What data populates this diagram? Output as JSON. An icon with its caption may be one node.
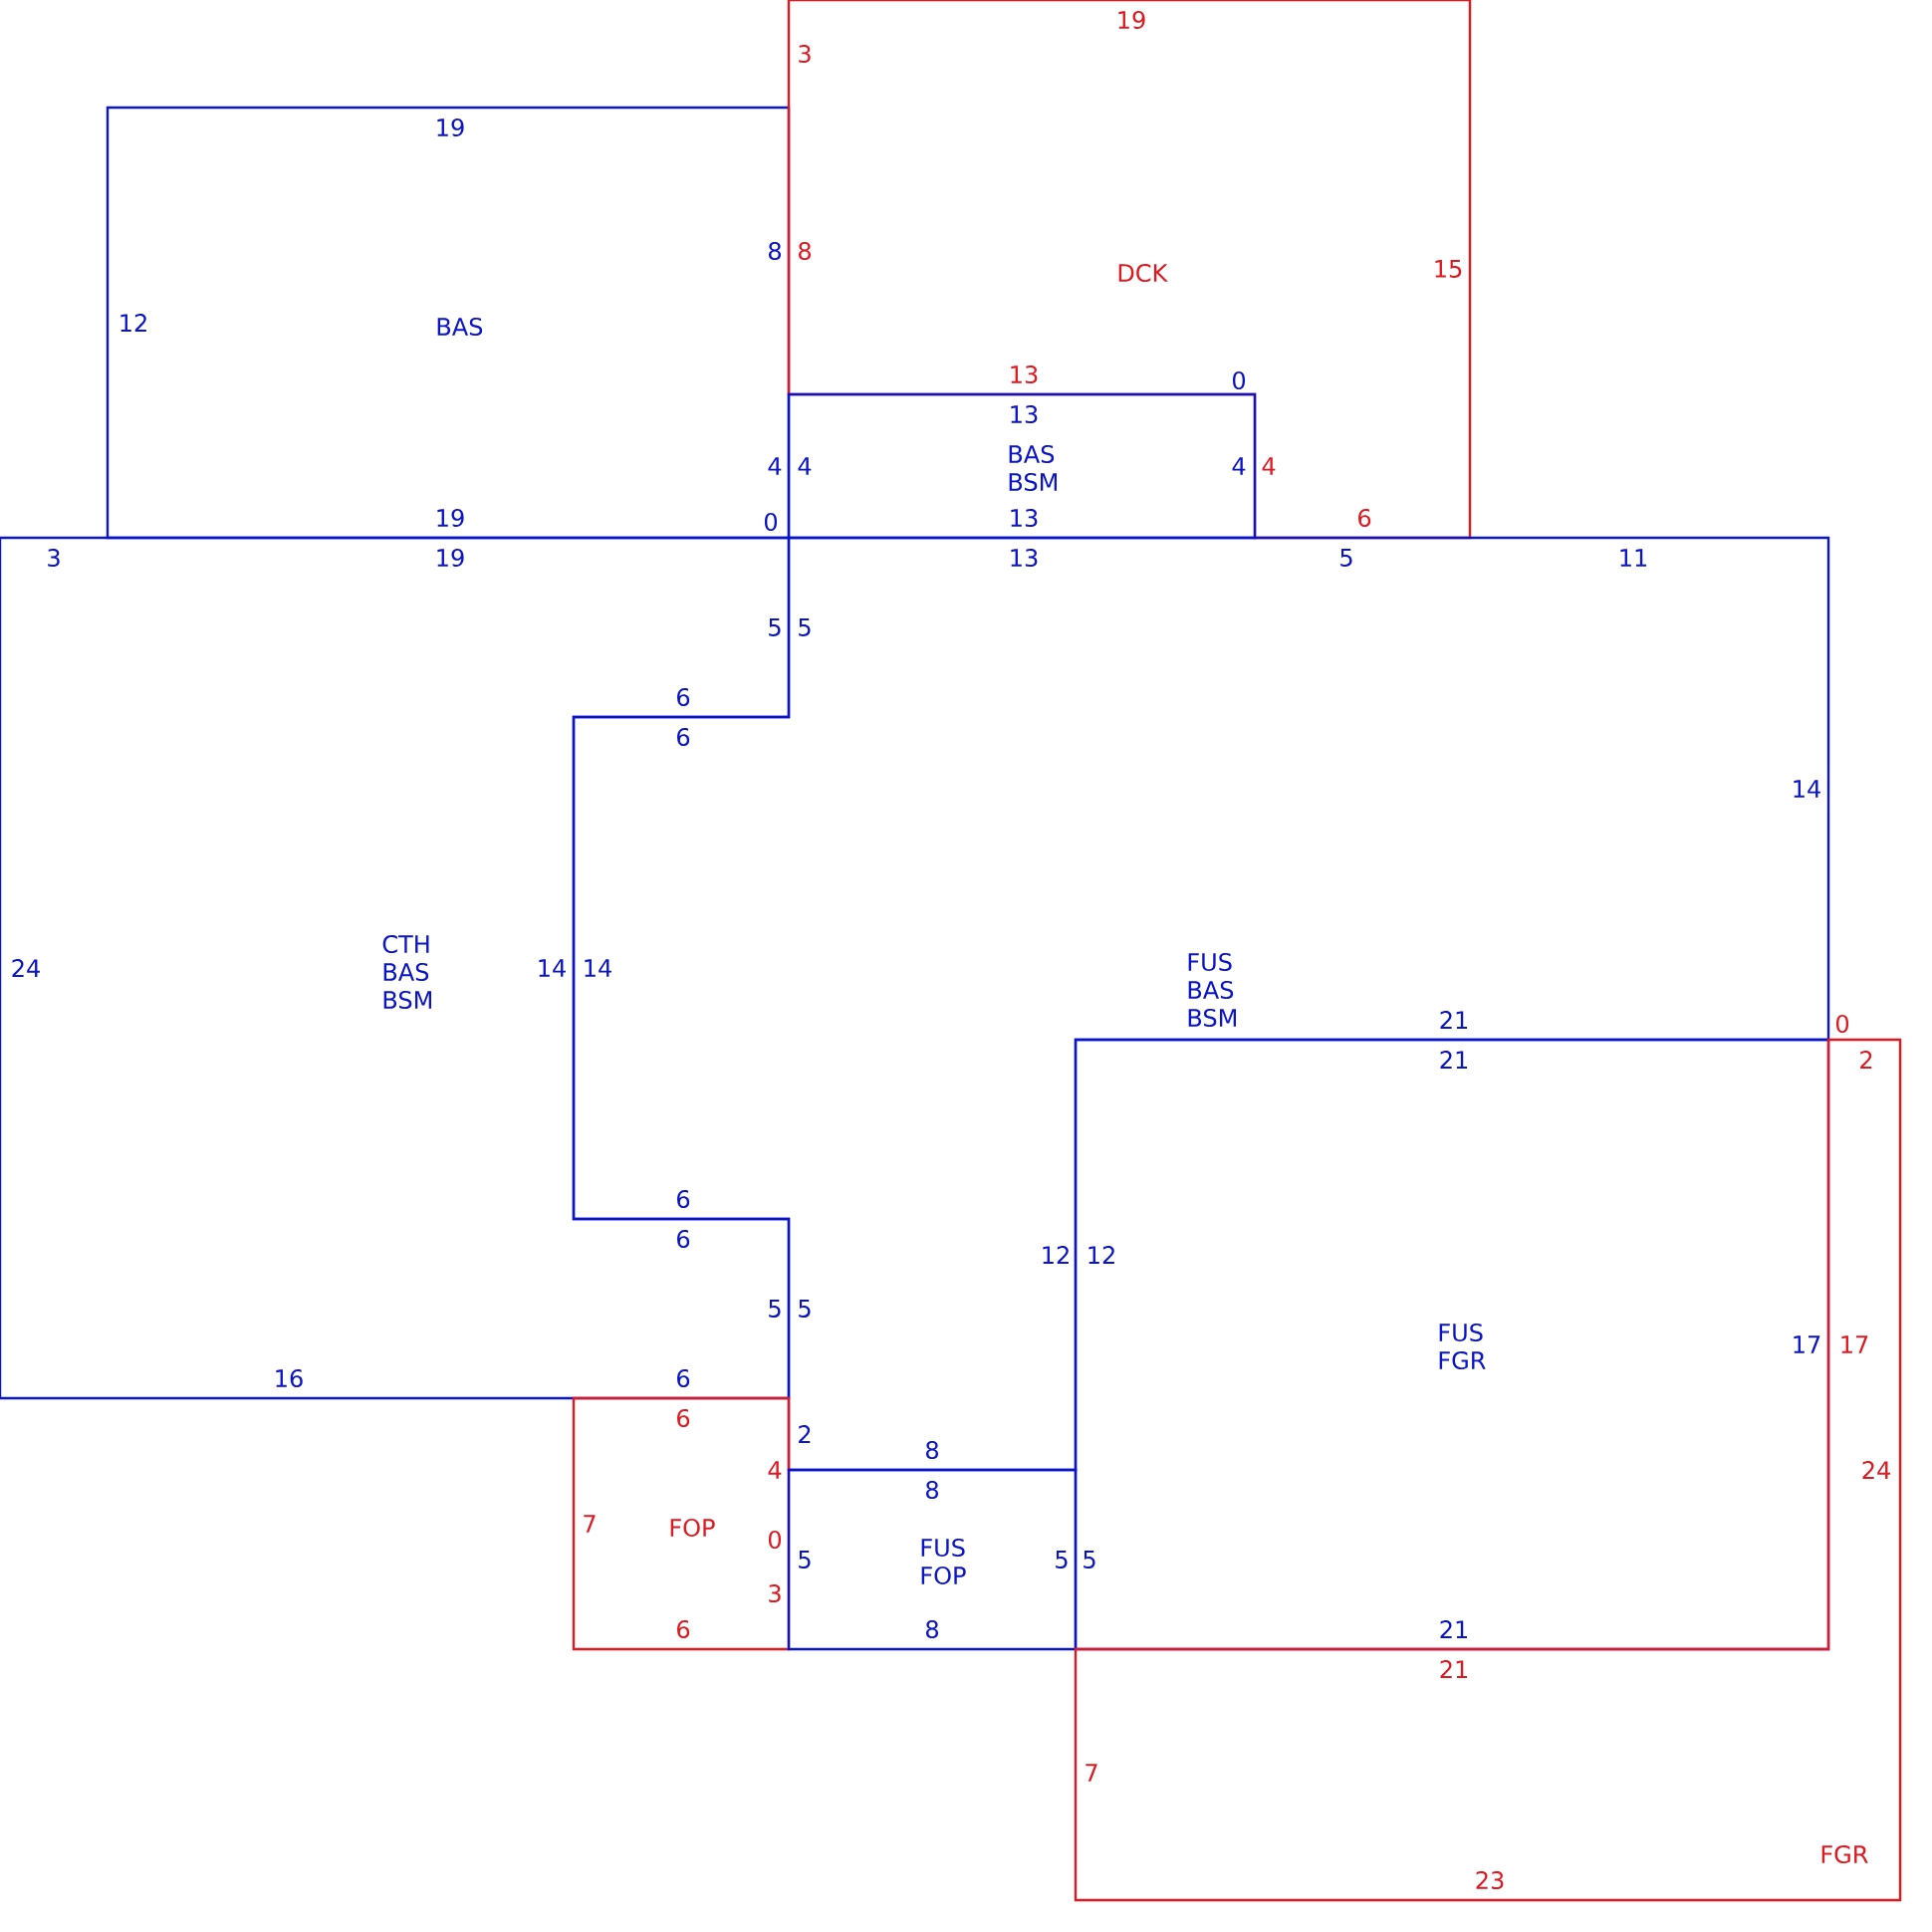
{
  "diagram": {
    "nodes": [
      {
        "text": [
          "BAS"
        ]
      },
      {
        "text": [
          "DCK"
        ]
      },
      {
        "text": [
          "BAS BSM"
        ]
      },
      {
        "text": [
          "CTH BAS BSM"
        ]
      },
      {
        "text": [
          "FUS BAS BSM"
        ]
      },
      {
        "text": [
          "FUS FGR"
        ]
      },
      {
        "text": [
          "FOP"
        ]
      },
      {
        "text": [
          "FUS FOP"
        ]
      },
      {
        "text": [
          "FGR"
        ]
      }
    ],
    "labels": [
      "19",
      "3",
      "19",
      "8",
      "8",
      "15",
      "12",
      "13",
      "0",
      "13",
      "4",
      "4",
      "4",
      "4",
      "19",
      "0",
      "13",
      "6",
      "3",
      "19",
      "13",
      "5",
      "11",
      "5",
      "5",
      "6",
      "6",
      "14",
      "24",
      "14",
      "14",
      "21",
      "0",
      "21",
      "2",
      "6",
      "6",
      "12",
      "12",
      "5",
      "5",
      "17",
      "17",
      "16",
      "6",
      "6",
      "2",
      "8",
      "4",
      "24",
      "8",
      "7",
      "0",
      "5",
      "5",
      "5",
      "3",
      "6",
      "8",
      "21",
      "21",
      "7",
      "23"
    ]
  }
}
